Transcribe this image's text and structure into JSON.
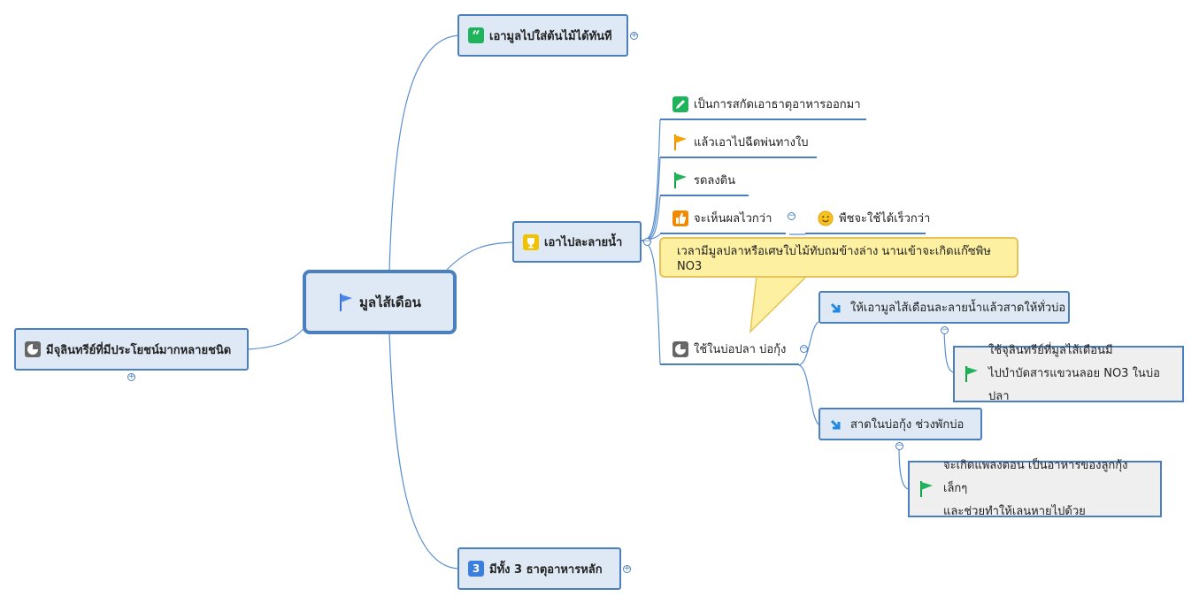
{
  "central": {
    "label": "มูลไส้เดือน",
    "icon": "blue-flag-icon"
  },
  "left_topic": {
    "label": "มีจุลินทรีย์ที่มีประโยชน์มากหลายชนิด",
    "icon": "pie-chart-icon",
    "collapsed": true
  },
  "top_topic": {
    "label": "เอามูลไปใส่ต้นไม้ได้ทันที",
    "icon": "quote-icon",
    "collapsed": true
  },
  "bottom_topic": {
    "label": "มีทั้ง 3 ธาตุอาหารหลัก",
    "badge": "3",
    "icon": "number-3-icon",
    "collapsed": true
  },
  "middle_topic": {
    "label": "เอาไปละลายน้ำ",
    "icon": "trophy-icon",
    "children": [
      {
        "label": "เป็นการสกัดเอาธาตุอาหารออกมา",
        "icon": "pencil-icon"
      },
      {
        "label": "แล้วเอาไปฉีดพ่นทางใบ",
        "icon": "orange-flag-icon"
      },
      {
        "label": "รดลงดิน",
        "icon": "green-flag-icon"
      },
      {
        "label": "จะเห็นผลไวกว่า",
        "icon": "thumbs-up-icon",
        "child": {
          "label": "พืชจะใช้ได้เร็วกว่า",
          "icon": "smiley-icon"
        }
      },
      {
        "label": "ใช้ในบ่อปลา บ่อกุ้ง",
        "icon": "pie-chart-icon",
        "callout": "เวลามีมูลปลาหรือเศษใบไม้ทับถมข้างล่าง นานเข้าจะเกิดแก๊ซพิษ NO3",
        "children": [
          {
            "label": "ให้เอามูลไส้เดือนละลายน้ำแล้วสาดให้ทั่วบ่อ",
            "icon": "arrow-down-right-icon",
            "child": {
              "line1": "ใช้จุลินทรีย์ที่มูลไส้เดือนมี",
              "line2": "ไปบำบัดสารแขวนลอย NO3 ในบ่อปลา",
              "icon": "green-flag-icon"
            }
          },
          {
            "label": "สาดในบ่อกุ้ง ช่วงพักบ่อ",
            "icon": "arrow-down-right-icon",
            "child": {
              "line1": "จะเกิดแพลงตอน เป็นอาหารของลูกกุ้งเล็กๆ",
              "line2": "และช่วยทำให้เลนหายไปด้วย",
              "icon": "green-flag-icon"
            }
          }
        ]
      }
    ]
  },
  "toggles": {
    "expand": "+",
    "collapse": "−"
  },
  "colors": {
    "line": "#5b8fd0",
    "border": "#4a7fc0",
    "fill": "#dfe9f5",
    "callout": "#fdf0a0",
    "callout_border": "#e6c35a"
  }
}
